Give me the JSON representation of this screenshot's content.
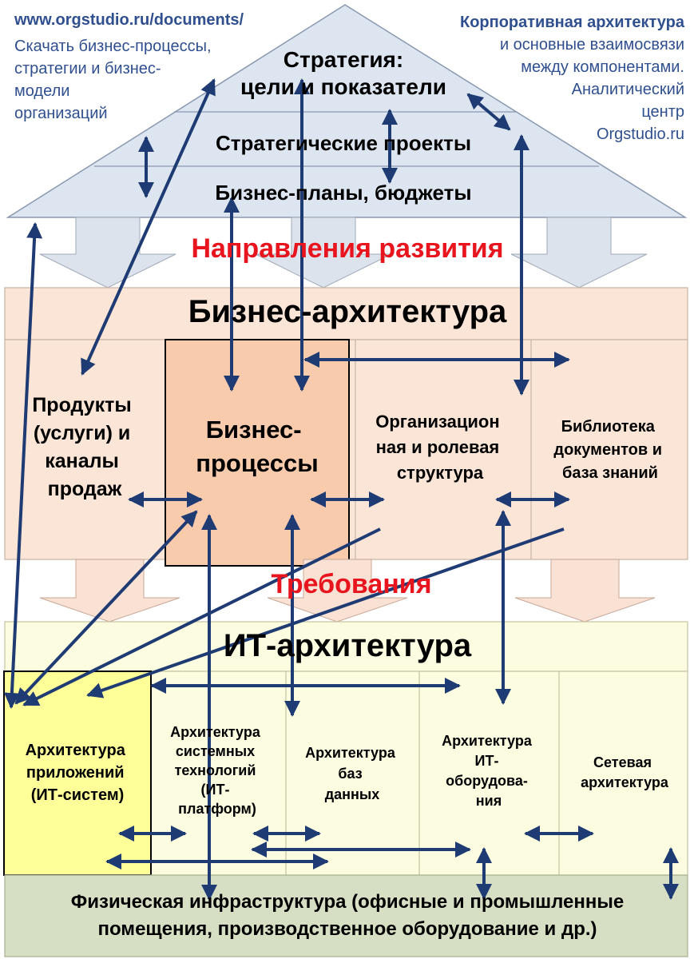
{
  "header": {
    "url": "www.orgstudio.ru/documents/",
    "left_lines": [
      "Скачать бизнес-процессы,",
      "стратегии и бизнес-",
      "модели",
      "организаций"
    ],
    "right_lines": [
      "Корпоративная архитектура",
      "и основные взаимосвязи",
      "между компонентами.",
      "Аналитический",
      "центр",
      "Orgstudio.ru"
    ]
  },
  "roof": {
    "strategy_lines": [
      "Стратегия:",
      "цели и показатели"
    ],
    "projects": "Стратегические проекты",
    "plans": "Бизнес-планы, бюджеты"
  },
  "directions_label": "Направления развития",
  "business_arch": {
    "title": "Бизнес-архитектура",
    "products_lines": [
      "Продукты",
      "(услуги) и",
      "каналы",
      "продаж"
    ],
    "processes_lines": [
      "Бизнес-",
      "процессы"
    ],
    "org_lines": [
      "Организацион",
      "ная и ролевая",
      "структура"
    ],
    "library_lines": [
      "Библиотека",
      "документов и",
      "база знаний"
    ]
  },
  "requirements_label": "Требования",
  "it_arch": {
    "title": "ИТ-архитектура",
    "apps_lines": [
      "Архитектура",
      "приложений",
      "(ИТ-систем)"
    ],
    "systech_lines": [
      "Архитектура",
      "системных",
      "технологий",
      "(ИТ-",
      "платформ)"
    ],
    "db_lines": [
      "Архитектура",
      "баз",
      "данных"
    ],
    "hw_lines": [
      "Архитектура",
      "ИТ-",
      "оборудова-",
      "ния"
    ],
    "net_lines": [
      "Сетевая",
      "архитектура"
    ]
  },
  "physical_lines": [
    "Физическая инфраструктура (офисные и промышленные",
    "помещения, производственное оборудование и др.)"
  ],
  "colors": {
    "roof_fill": "#dde6f0",
    "business_fill": "#fbe5d6",
    "process_fill": "#f8cbad",
    "it_fill": "#fcfce0",
    "apps_fill": "#ffff99",
    "physical_fill": "#d6dfc4",
    "arrow": "#1f3b73",
    "accent_red": "#e8141e",
    "header_blue": "#2f4f8f"
  }
}
